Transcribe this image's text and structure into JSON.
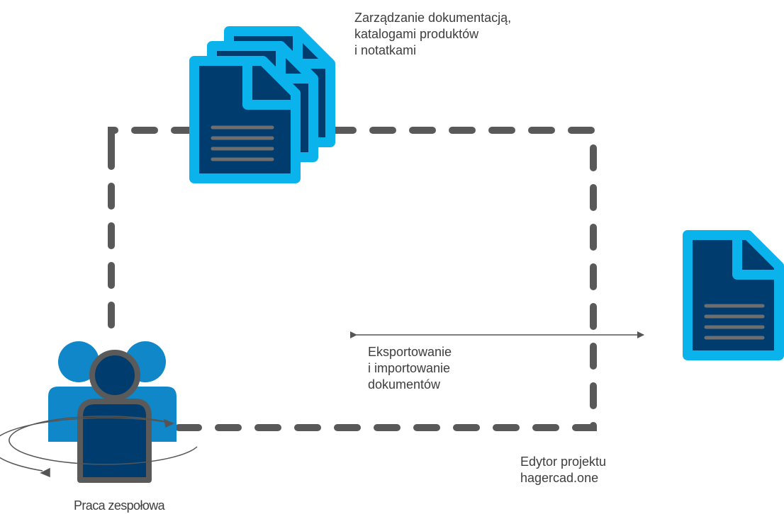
{
  "labels": {
    "documentation": "Zarządzanie dokumentacją,\nkatalogami produktów\ni notatkami",
    "export_import": "Eksportowanie\ni importowanie\ndokumentów",
    "editor": "Edytor projektu\nhagercad.one",
    "teamwork": "Praca zespołowa"
  },
  "icons": {
    "document_stack": "document-stack-icon",
    "single_document": "document-icon",
    "team": "team-users-icon",
    "sync_cycle": "circular-arrow-icon",
    "bidirectional": "double-arrow-icon"
  },
  "colors": {
    "doc_outline": "#0ab3ec",
    "doc_body": "#003c6e",
    "doc_lines": "#6e6e6e",
    "dash_line": "#595959",
    "team_blue": "#0f87c8",
    "team_dark_blue": "#003c6e",
    "team_outline": "#5a5a5a",
    "text": "#3d3d3d"
  }
}
